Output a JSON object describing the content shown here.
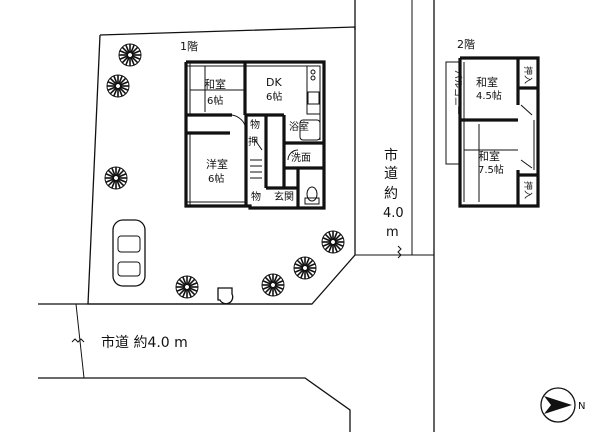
{
  "floors": {
    "first": {
      "title": "1階"
    },
    "second": {
      "title": "2階"
    }
  },
  "rooms_first": [
    {
      "id": "washitsu",
      "name": "和室",
      "size": "6帖"
    },
    {
      "id": "dk",
      "name": "DK",
      "size": "6帖"
    },
    {
      "id": "youshitsu",
      "name": "洋室",
      "size": "6帖"
    },
    {
      "id": "bath",
      "name": "浴室"
    },
    {
      "id": "wash",
      "name": "洗面"
    },
    {
      "id": "storage1",
      "name": "物"
    },
    {
      "id": "storage2",
      "name": "物"
    },
    {
      "id": "closet",
      "name": "押"
    },
    {
      "id": "entrance",
      "name": "玄関"
    }
  ],
  "rooms_second": [
    {
      "id": "washitsu45",
      "name": "和室",
      "size": "4.5帖"
    },
    {
      "id": "washitsu75",
      "name": "和室",
      "size": "7.5帖"
    },
    {
      "id": "closet_top",
      "name": "押入"
    },
    {
      "id": "closet_bottom",
      "name": "押入"
    },
    {
      "id": "balcony",
      "name": "バルコニー"
    }
  ],
  "roads": {
    "east": {
      "name": "市道",
      "width_prefix": "約",
      "width_value": "4.0",
      "unit": "m"
    },
    "south": {
      "label": "市道 約4.0 m"
    }
  },
  "compass": {
    "label": "N"
  },
  "colors": {
    "line": "#111111",
    "background": "#ffffff"
  }
}
